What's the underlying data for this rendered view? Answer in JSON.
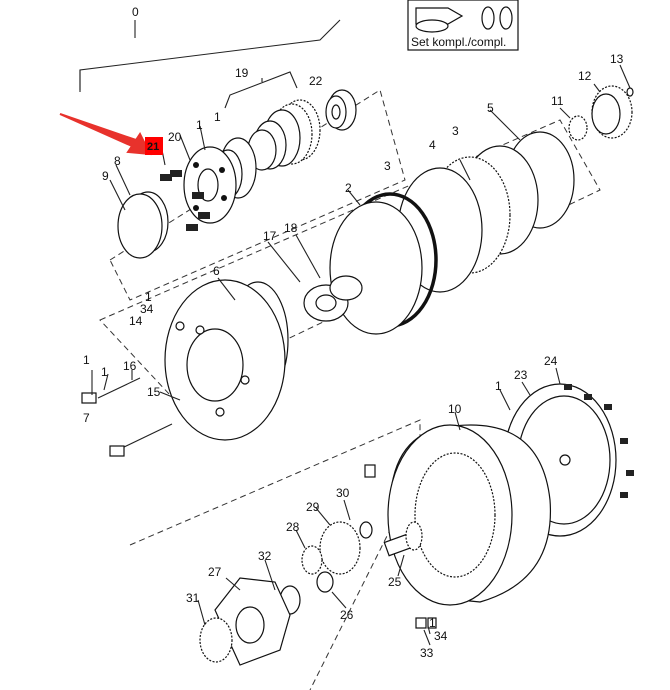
{
  "set_box": {
    "label": "Set kompl./compl."
  },
  "highlight": {
    "label": "21",
    "color": "#ff0000",
    "arrow_color": "#e8322c"
  },
  "callouts": [
    {
      "id": "c0",
      "text": "0"
    },
    {
      "id": "c19",
      "text": "19"
    },
    {
      "id": "c22",
      "text": "22"
    },
    {
      "id": "c13",
      "text": "13"
    },
    {
      "id": "c12",
      "text": "12"
    },
    {
      "id": "c11",
      "text": "11"
    },
    {
      "id": "c5",
      "text": "5"
    },
    {
      "id": "c1a",
      "text": "1"
    },
    {
      "id": "c1b",
      "text": "1"
    },
    {
      "id": "c20",
      "text": "20"
    },
    {
      "id": "c3a",
      "text": "3"
    },
    {
      "id": "c4",
      "text": "4"
    },
    {
      "id": "c3b",
      "text": "3"
    },
    {
      "id": "c8",
      "text": "8"
    },
    {
      "id": "c9",
      "text": "9"
    },
    {
      "id": "c2",
      "text": "2"
    },
    {
      "id": "c17",
      "text": "17"
    },
    {
      "id": "c18",
      "text": "18"
    },
    {
      "id": "c6",
      "text": "6"
    },
    {
      "id": "c1c",
      "text": "1"
    },
    {
      "id": "c34a",
      "text": "34"
    },
    {
      "id": "c14",
      "text": "14"
    },
    {
      "id": "c1d",
      "text": "1"
    },
    {
      "id": "c16",
      "text": "16"
    },
    {
      "id": "c1e",
      "text": "1"
    },
    {
      "id": "c15",
      "text": "15"
    },
    {
      "id": "c7",
      "text": "7"
    },
    {
      "id": "c24",
      "text": "24"
    },
    {
      "id": "c23",
      "text": "23"
    },
    {
      "id": "c1f",
      "text": "1"
    },
    {
      "id": "c10",
      "text": "10"
    },
    {
      "id": "c30",
      "text": "30"
    },
    {
      "id": "c29",
      "text": "29"
    },
    {
      "id": "c28",
      "text": "28"
    },
    {
      "id": "c32",
      "text": "32"
    },
    {
      "id": "c27",
      "text": "27"
    },
    {
      "id": "c25",
      "text": "25"
    },
    {
      "id": "c26",
      "text": "26"
    },
    {
      "id": "c31",
      "text": "31"
    },
    {
      "id": "c1g",
      "text": "1"
    },
    {
      "id": "c34b",
      "text": "34"
    },
    {
      "id": "c33",
      "text": "33"
    }
  ]
}
